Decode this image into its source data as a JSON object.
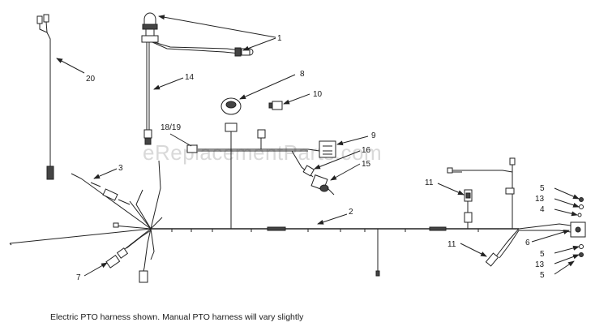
{
  "watermark": "eReplacementParts.com",
  "caption": "Electric PTO harness shown. Manual PTO harness will vary slightly",
  "callouts": {
    "c1": "1",
    "c2": "2",
    "c3": "3",
    "c4": "4",
    "c5a": "5",
    "c5b": "5",
    "c5c": "5",
    "c6": "6",
    "c7": "7",
    "c8": "8",
    "c9": "9",
    "c10": "10",
    "c11a": "11",
    "c11b": "11",
    "c13a": "13",
    "c13b": "13",
    "c14": "14",
    "c15": "15",
    "c16": "16",
    "c1819": "18/19",
    "c20": "20"
  }
}
